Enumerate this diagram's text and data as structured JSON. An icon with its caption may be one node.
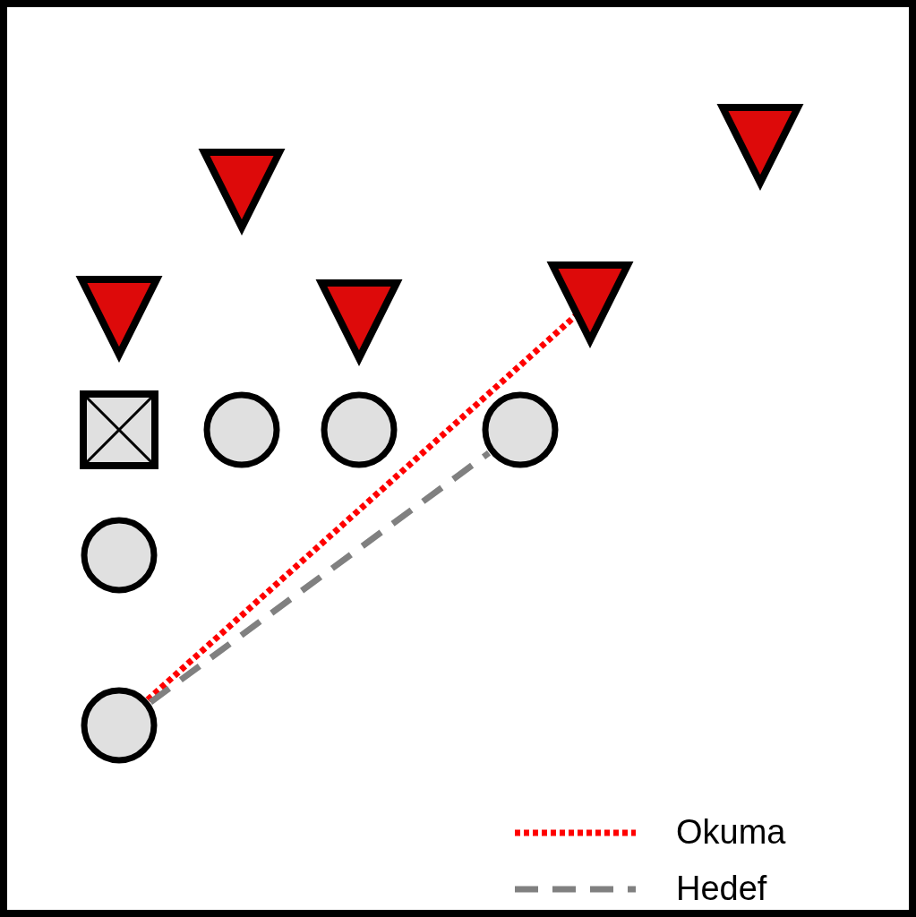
{
  "diagram": {
    "nodes": [
      {
        "text": [],
        "shape": "triangle"
      },
      {
        "text": [],
        "shape": "triangle"
      },
      {
        "text": [],
        "shape": "triangle"
      },
      {
        "text": [],
        "shape": "triangle"
      },
      {
        "text": [],
        "shape": "triangle"
      },
      {
        "text": [],
        "shape": "box"
      },
      {
        "text": [],
        "shape": "circle"
      },
      {
        "text": [],
        "shape": "circle"
      },
      {
        "text": [],
        "shape": "circle"
      },
      {
        "text": [],
        "shape": "circle"
      },
      {
        "text": [],
        "shape": "circle"
      }
    ],
    "edges": [
      {
        "from": 10,
        "to": 4,
        "arrow": "none",
        "color": "#ff0000"
      },
      {
        "from": 10,
        "to": 8,
        "arrow": "none",
        "style": "dashed",
        "color": "#808080"
      }
    ],
    "legend": [
      {
        "text": "Okuma"
      },
      {
        "text": "Hedef"
      }
    ]
  }
}
